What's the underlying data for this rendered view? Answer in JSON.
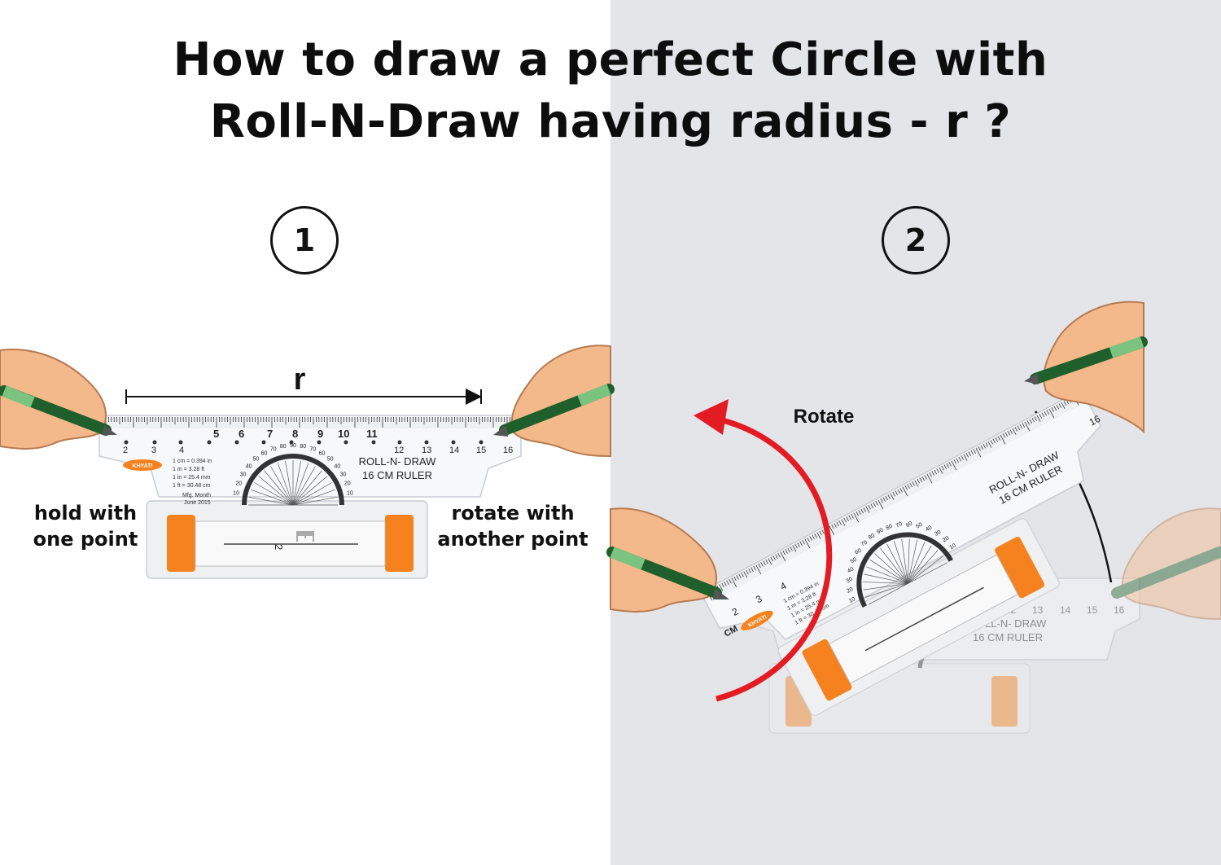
{
  "title": {
    "line1": "How to draw a perfect Circle with",
    "line2": "Roll-N-Draw having radius - r ?"
  },
  "steps": {
    "one": "1",
    "two": "2"
  },
  "radius_label": "r",
  "captions": {
    "hold_line1": "hold with",
    "hold_line2": "one point",
    "rotate_line1": "rotate with",
    "rotate_line2": "another point"
  },
  "rotate_label": "Rotate",
  "ruler": {
    "name_line1": "ROLL-N- DRAW",
    "name_line2": "16 CM RULER",
    "brand": "KHYATI",
    "conversions": [
      "1 cm  = 0.394 in",
      "1 m   = 3.28 ft",
      "1 in  = 25.4 mm",
      "1 ft  = 30.48 cm"
    ],
    "mfg_line1": "Mfg. Month",
    "mfg_line2": "June 2015",
    "roller_mark": "2",
    "unit": "CM",
    "numbers_top": [
      "5",
      "6",
      "7",
      "8",
      "9",
      "10",
      "11"
    ],
    "numbers_bottom": [
      "2",
      "3",
      "4",
      "12",
      "13",
      "14",
      "15",
      "16"
    ],
    "protractor_labels": [
      "10",
      "20",
      "30",
      "40",
      "50",
      "60",
      "70",
      "80",
      "90",
      "80",
      "70",
      "60",
      "50",
      "40",
      "30",
      "20",
      "10"
    ]
  },
  "colors": {
    "background_left": "#ffffff",
    "background_right": "#e4e5e9",
    "accent_orange": "#f5821f",
    "arrow_red": "#e31b23",
    "skin": "#f4b98a",
    "pencil": "#2e7d32"
  }
}
